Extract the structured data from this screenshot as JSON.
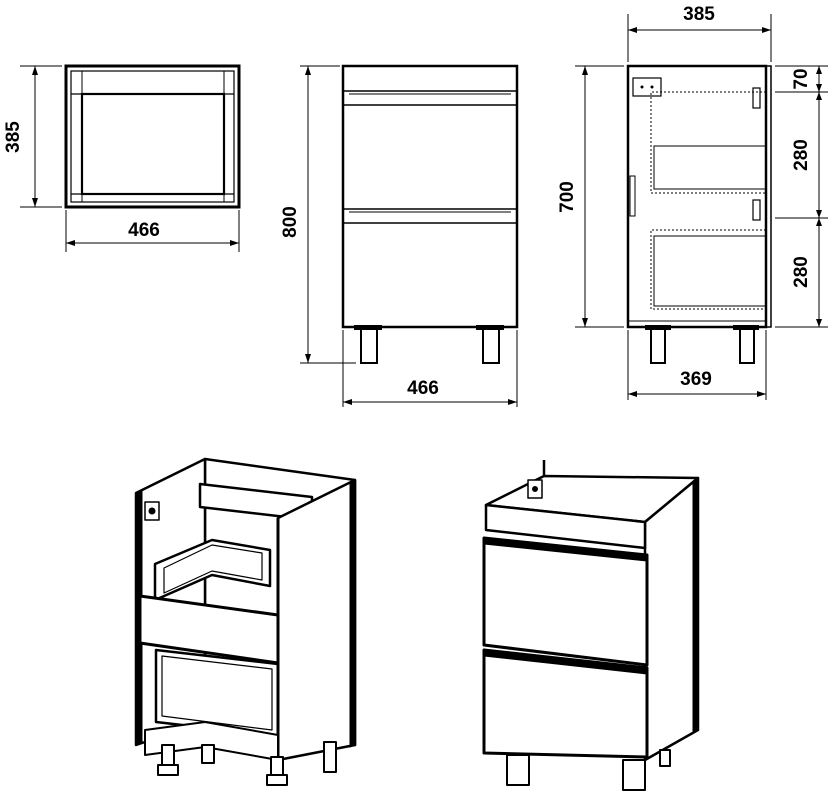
{
  "top_view": {
    "depth_label": "385",
    "width_label": "466"
  },
  "front_view": {
    "height_label": "800",
    "width_label": "466"
  },
  "side_view": {
    "top_label": "385",
    "height_label": "700",
    "bottom_label": "369",
    "segment_labels": [
      "70",
      "280",
      "280"
    ]
  }
}
